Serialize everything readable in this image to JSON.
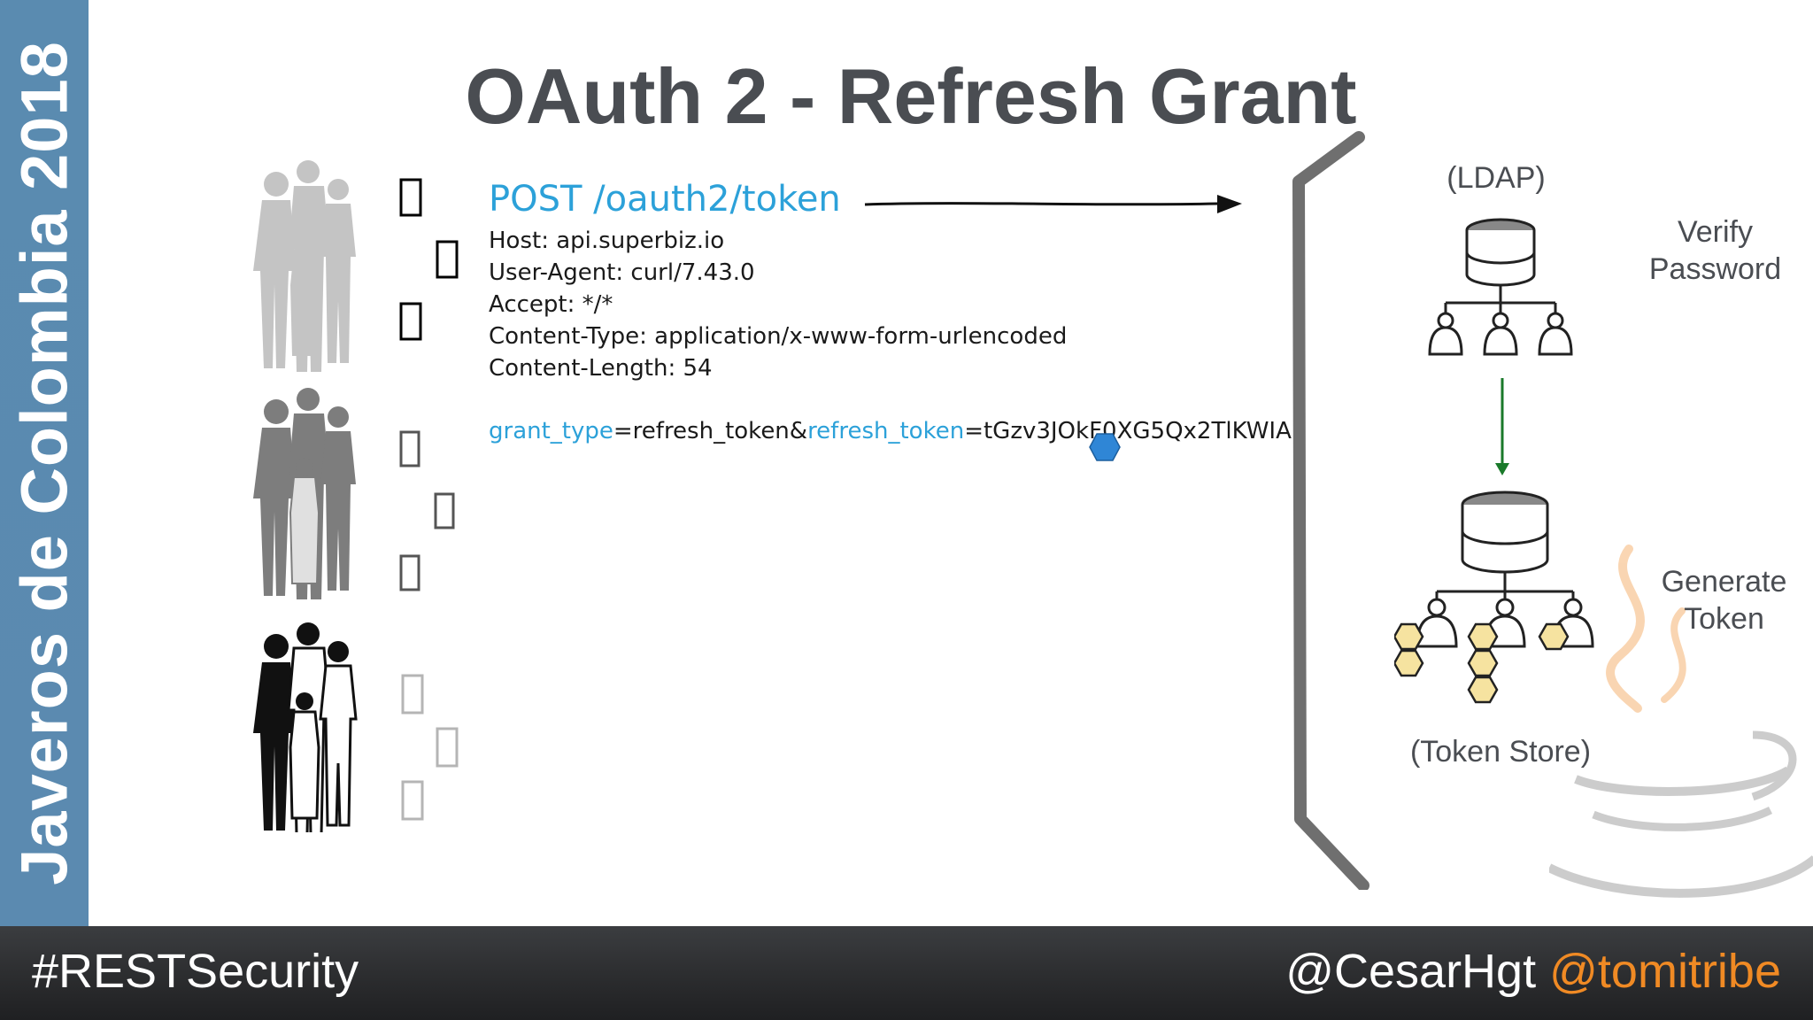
{
  "sidebar": {
    "text": "Javeros de Colombia 2018"
  },
  "slide": {
    "title": "OAuth 2 - Refresh Grant"
  },
  "request": {
    "request_line": "POST /oauth2/token",
    "headers": [
      "Host: api.superbiz.io",
      "User-Agent: curl/7.43.0",
      "Accept: */*",
      "Content-Type: application/x-www-form-urlencoded",
      "Content-Length: 54"
    ],
    "body": {
      "key1": "grant_type",
      "val1": "=refresh_token&",
      "key2": "refresh_token",
      "val2": "=tGzv3JOkF0XG5Qx2TlKWIA"
    }
  },
  "server": {
    "ldap_label": "(LDAP)",
    "verify_label_line1": "Verify",
    "verify_label_line2": "Password",
    "generate_label_line1": "Generate",
    "generate_label_line2": "Token",
    "token_store_label": "(Token Store)"
  },
  "footer": {
    "hashtag": "#RESTSecurity",
    "handle_primary": "@CesarHgt",
    "handle_secondary": "@tomitribe"
  },
  "colors": {
    "sidebar": "#5a8bb0",
    "accent_blue": "#2ca1d9",
    "title_gray": "#4a4d52",
    "handle_orange": "#f08a24",
    "token_yellow": "#f6e3a0"
  },
  "icons": [
    "family-silhouette",
    "database-icon",
    "users-icon",
    "token-icon",
    "java-logo-icon",
    "arrow-icon"
  ]
}
